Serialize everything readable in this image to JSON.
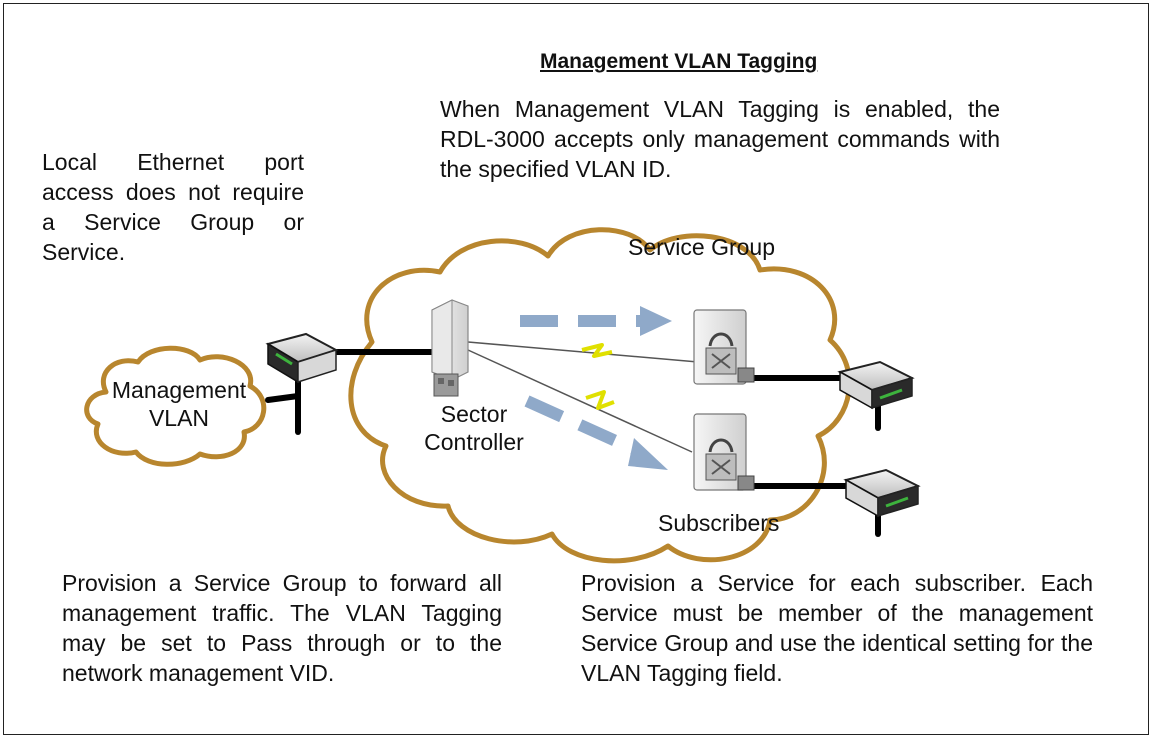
{
  "title": "Management VLAN Tagging",
  "top_note": "When Management VLAN Tagging is enabled, the RDL-3000 accepts only management commands with the specified VLAN ID.",
  "left_note": "Local Ethernet port access does not require a Service Group or Service.",
  "bottom_left_note": "Provision a Service Group to forward all management traffic. The VLAN Tagging may be set to Pass through or to the network management VID.",
  "bottom_right_note": "Provision a Service for each subscriber. Each Service must be member of the management Service Group and use the identical setting for the VLAN Tagging field.",
  "labels": {
    "service_group": "Service Group",
    "management_vlan_line1": "Management",
    "management_vlan_line2": "VLAN",
    "sector_controller_line1": "Sector",
    "sector_controller_line2": "Controller",
    "subscribers": "Subscribers"
  },
  "colors": {
    "cloud_outline": "#b8862e",
    "arrow": "#8fa9c9",
    "wireless_bolt": "#f2f200",
    "switch_led": "#3db33d"
  },
  "icons": [
    "cloud-icon",
    "network-switch-icon",
    "sector-controller-antenna-icon",
    "subscriber-antenna-icon",
    "wireless-link-icon",
    "traffic-arrow-icon"
  ]
}
